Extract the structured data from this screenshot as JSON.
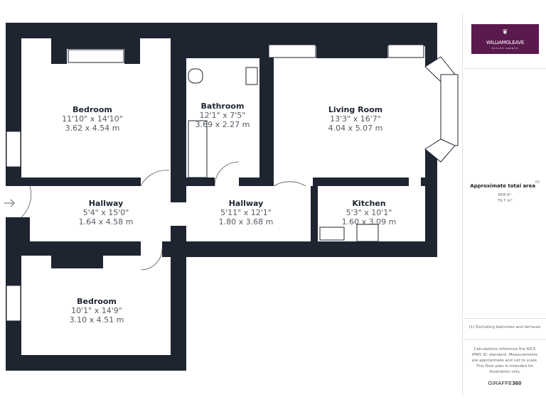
{
  "rooms": [
    {
      "name": "Bedroom",
      "imperial": "11'10\" x 14'10\"",
      "metric": "3.62 x 4.54 m"
    },
    {
      "name": "Bathroom",
      "imperial": "12'1\" x 7'5\"",
      "metric": "3.69 x 2.27 m"
    },
    {
      "name": "Living Room",
      "imperial": "13'3\" x 16'7\"",
      "metric": "4.04 x 5.07 m"
    },
    {
      "name": "Hallway",
      "imperial": "5'4\" x 15'0\"",
      "metric": "1.64 x 4.58 m"
    },
    {
      "name": "Hallway",
      "imperial": "5'11\" x 12'1\"",
      "metric": "1.80 x 3.68 m"
    },
    {
      "name": "Kitchen",
      "imperial": "5'3\" x 10'1\"",
      "metric": "1.60 x 3.09 m"
    },
    {
      "name": "Bedroom",
      "imperial": "10'1\" x 14'9\"",
      "metric": "3.10 x 4.51 m"
    }
  ],
  "panel": {
    "logo": {
      "brand": "WILLIAMGLEAVE",
      "tagline": "ESTATE AGENTS",
      "color": "#5a1a4e"
    },
    "area_title": "Approximate total area",
    "area_note_mark": "(1)",
    "area_sqft": "858 ft²",
    "area_sqm": "79.7 m²",
    "footnote": "(1) Excluding balconies and terraces",
    "disclaimer": "Calculations reference the RICS IPMS 3C standard. Measurements are approximate and not to scale. This floor plan is intended for illustration only.",
    "credit": "GIRAFFE360"
  },
  "colors": {
    "wall": "#1e2430"
  }
}
